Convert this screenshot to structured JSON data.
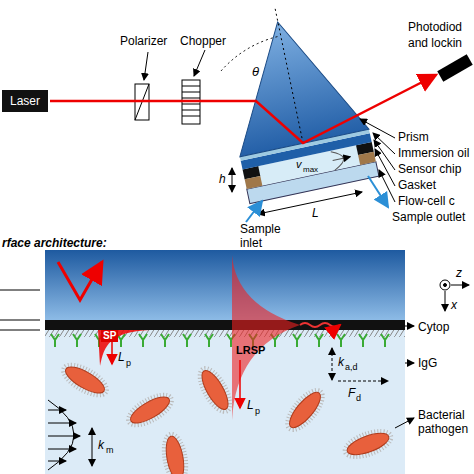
{
  "diagram": {
    "nodes": [
      {
        "text": [
          "Laser"
        ]
      }
    ],
    "labels": [
      "Polarizer",
      "Chopper",
      "θ",
      "Photodiod",
      "and lockin",
      "Prism",
      "Immersion oil",
      "Sensor chip",
      "Gasket",
      "Flow-cell c",
      "v",
      "max",
      "h",
      "L",
      "Sample outlet",
      "Sample inlet",
      "rface architecture:",
      "z",
      "x",
      "Cytop",
      "SP",
      "LRSP",
      "IgG",
      "L",
      "p",
      "k",
      "a,d",
      "F",
      "d",
      "L",
      "p",
      "k",
      "m",
      "Bacterial pathogen"
    ]
  }
}
